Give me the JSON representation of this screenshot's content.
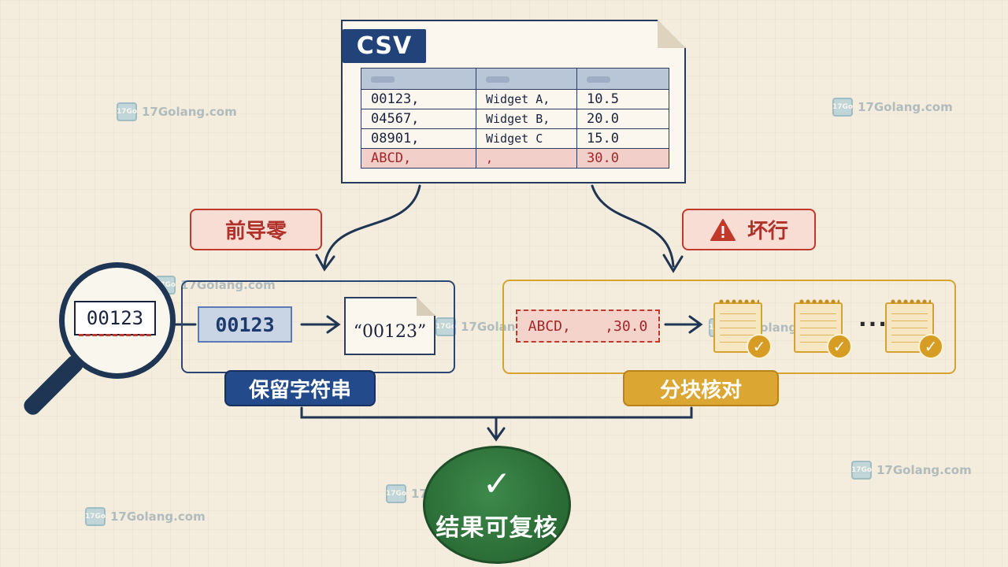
{
  "watermark": {
    "site": "17Golang.com",
    "logo": "17Go"
  },
  "csv": {
    "badge": "CSV",
    "rows": [
      [
        "00123,",
        "Widget A,",
        "10.5"
      ],
      [
        "04567,",
        "Widget B,",
        "20.0"
      ],
      [
        "08901,",
        "Widget C",
        "15.0"
      ],
      [
        "ABCD,",
        ",",
        "30.0"
      ]
    ]
  },
  "labels": {
    "leading_zero": "前导零",
    "bad_row": "坏行",
    "keep_string": "保留字符串",
    "chunk_check": "分块核对"
  },
  "left_flow": {
    "magnified_value": "00123",
    "number_value": "00123",
    "string_value": "“00123”"
  },
  "right_flow": {
    "bad_row_text": "ABCD,    ,30.0",
    "ellipsis": "···",
    "check_glyph": "✓"
  },
  "result": {
    "check_glyph": "✓",
    "label": "结果可复核"
  },
  "colors": {
    "navy": "#234a8a",
    "red": "#c0392b",
    "gold": "#dca633",
    "green": "#2a6a35"
  },
  "icons": [
    "warning-icon",
    "check-icon",
    "magnifier-icon",
    "calendar-icon"
  ]
}
